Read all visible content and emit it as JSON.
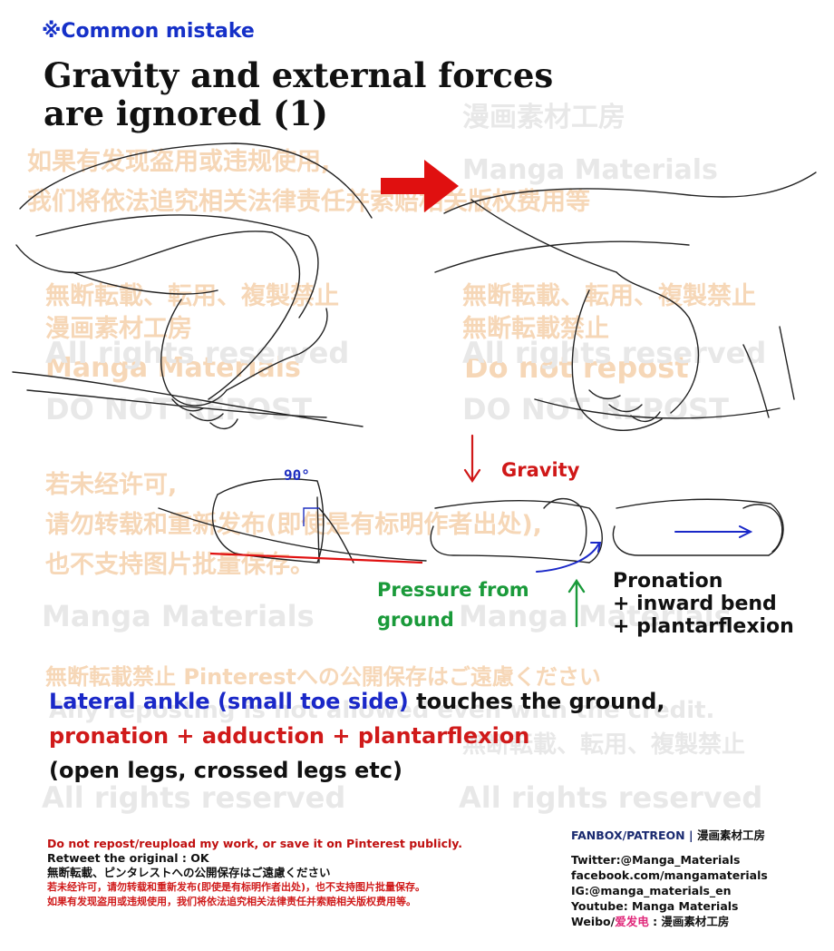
{
  "header": {
    "tag": "※Common mistake",
    "title_line1": "Gravity and external forces",
    "title_line2": "are ignored (1)"
  },
  "watermarks": {
    "zh1": "如果有发现盗用或违规使用,",
    "zh2": "我们将依法追究相关法律责任并索赔相关版权费用等",
    "jp1": "無断転載、転用、複製禁止",
    "jp2": "漫画素材工房",
    "en1": "Manga Materials",
    "en2": "All rights reserved",
    "en3": "DO NOT REPOST",
    "jp3": "無断転載禁止",
    "en4": "Do not repost",
    "zh3": "若未经许可,",
    "zh4": "请勿转载和重新发布(即使是有标明作者出处),",
    "zh5": "也不支持图片批量保存。",
    "jp4": "無断転載禁止 Pinterestへの公開保存はご遠慮ください",
    "en5": "Any reposting is not allowed even with the credit.",
    "en6": "All rights reserved",
    "jp5": "漫画素材工房",
    "en7": "Manga Materials"
  },
  "annotations": {
    "ninety": "90°",
    "gravity": "Gravity",
    "pressure_line1": "Pressure from",
    "pressure_line2": "ground",
    "pronation_line1": "Pronation",
    "pronation_line2": "+ inward bend",
    "pronation_line3": "+ plantarflexion"
  },
  "caption": {
    "line1_blue": "Lateral ankle (small toe side)",
    "line1_black": " touches the ground,",
    "line2": "pronation + adduction + plantarflexion",
    "line3": "(open legs, crossed legs etc)"
  },
  "footer_left": {
    "line1": "Do not repost/reupload my work, or save it on Pinterest publicly.",
    "line2": "Retweet the original : OK",
    "line3": "無断転載、ピンタレストへの公開保存はご遠慮ください",
    "line4": "若未经许可，请勿转载和重新发布(即使是有标明作者出处)，也不支持图片批量保存。",
    "line5": "如果有发现盗用或违规使用，我们将依法追究相关法律责任并索赔相关版权费用等。"
  },
  "footer_right": {
    "fanbox": "FANBOX/PATREON",
    "sep": " | ",
    "brand": "漫画素材工房",
    "twitter": "Twitter:@Manga_Materials",
    "facebook": "facebook.com/mangamaterials",
    "ig": "IG:@manga_materials_en",
    "youtube": "Youtube: Manga Materials",
    "weibo_prefix": "Weibo/",
    "weibo_pink": "爱发电",
    "weibo_suffix": " : 漫画素材工房"
  },
  "colors": {
    "accent_red": "#e01010",
    "blue": "#1a28c8",
    "green": "#1a9a3a",
    "watermark": "#f4caa0"
  }
}
